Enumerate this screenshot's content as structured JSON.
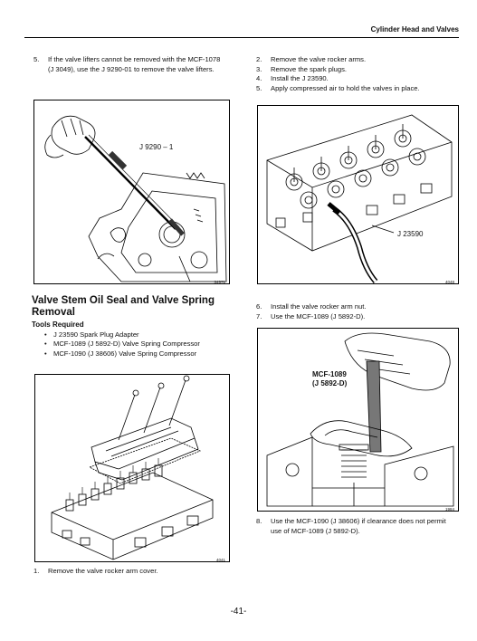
{
  "header": {
    "title": "Cylinder Head and Valves"
  },
  "left_top_steps": [
    {
      "num": "5.",
      "text": "If the valve lifters cannot be removed with the MCF-1078 (J 3049), use the J 9290-01 to remove the valve lifters."
    }
  ],
  "fig1": {
    "callout": "J 9290 – 1",
    "number": "34571"
  },
  "section": {
    "title_line1": "Valve Stem Oil Seal and Valve Spring",
    "title_line2": "Removal",
    "tools_heading": "Tools Required",
    "tools": [
      "J 23590 Spark Plug Adapter",
      "MCF-1089 (J 5892-D) Valve Spring Compressor",
      "MCF-1090 (J 38606) Valve Spring Compressor"
    ]
  },
  "fig3": {
    "number": "4041"
  },
  "left_bottom_steps": [
    {
      "num": "1.",
      "text": "Remove the valve rocker arm cover."
    }
  ],
  "right_top_steps": [
    {
      "num": "2.",
      "text": "Remove the valve rocker arms."
    },
    {
      "num": "3.",
      "text": "Remove the spark plugs."
    },
    {
      "num": "4.",
      "text": "Install the J 23590."
    },
    {
      "num": "5.",
      "text": "Apply compressed air to hold the valves in place."
    }
  ],
  "fig2": {
    "callout": "J 23590",
    "number": "4048"
  },
  "right_mid_steps": [
    {
      "num": "6.",
      "text": "Install the valve rocker arm nut."
    },
    {
      "num": "7.",
      "text": "Use the MCF-1089 (J 5892-D)."
    }
  ],
  "fig4": {
    "callout_line1": "MCF-1089",
    "callout_line2": "(J 5892-D)",
    "number": "1984"
  },
  "right_bottom_steps": [
    {
      "num": "8.",
      "text": "Use the MCF-1090 (J 38606) if clearance does not permit use of MCF-1089 (J 5892-D)."
    }
  ],
  "page_number": "-41-"
}
